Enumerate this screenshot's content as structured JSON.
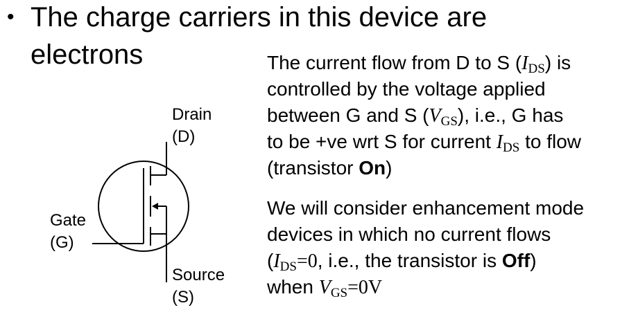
{
  "bullet": {
    "symbol": "•",
    "line1": "The charge carriers in this device are",
    "line2": "electrons"
  },
  "diagram": {
    "drain_label": "Drain",
    "drain_abbr": "(D)",
    "gate_label": "Gate",
    "gate_abbr": "(G)",
    "source_label": "Source",
    "source_abbr": "(S)"
  },
  "para1": {
    "l1_a": "The current flow from D to S (",
    "l1_sym": "I",
    "l1_sub": "DS",
    "l1_b": ") is",
    "l2": "controlled by the voltage applied",
    "l3_a": "between G and S (",
    "l3_sym": "V",
    "l3_sub": "GS",
    "l3_b": "), i.e., G has",
    "l4_a": "to be +ve wrt S for current ",
    "l4_sym": "I",
    "l4_sub": "DS",
    "l4_b": " to flow",
    "l5_a": "(transistor ",
    "l5_bold": "On",
    "l5_b": ")"
  },
  "para2": {
    "l1": "We will consider enhancement mode",
    "l2": "devices in which no current flows",
    "l3_a": "(",
    "l3_sym": "I",
    "l3_sub": "DS",
    "l3_eq": "=0",
    "l3_b": ", i.e., the transistor is ",
    "l3_bold": "Off",
    "l3_c": ")",
    "l4_a": "when ",
    "l4_sym": "V",
    "l4_sub": "GS",
    "l4_eq": "=0V"
  }
}
